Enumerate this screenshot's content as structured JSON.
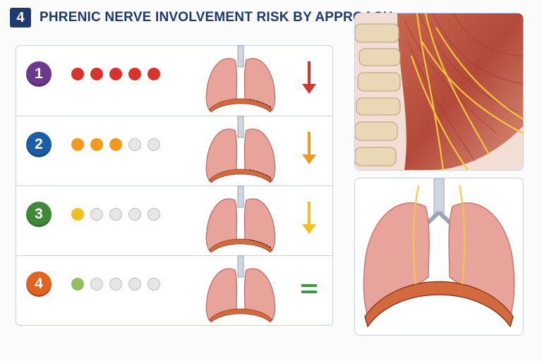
{
  "header": {
    "step_number": "4",
    "title": "PHRENIC NERVE INVOLVEMENT RISK BY APPROACH"
  },
  "rows": [
    {
      "number": "1",
      "color": "#6b3a8c",
      "risk_level": 5,
      "risk_color": "#d9342b",
      "trend": "down",
      "trend_color": "#d9342b",
      "trend_symbol": "↓"
    },
    {
      "number": "2",
      "color": "#1c5da8",
      "risk_level": 3,
      "risk_color": "#f39a1e",
      "trend": "down",
      "trend_color": "#f39a1e",
      "trend_symbol": "↓"
    },
    {
      "number": "3",
      "color": "#3f8a3a",
      "risk_level": 1,
      "risk_color": "#f0c020",
      "trend": "down",
      "trend_color": "#f0c020",
      "trend_symbol": "↓"
    },
    {
      "number": "4",
      "color": "#e2621f",
      "risk_level": 1,
      "risk_color": "#8fbf60",
      "trend": "equal",
      "trend_color": "#3f9a45",
      "trend_symbol": "="
    }
  ],
  "risk_scale_max": 5,
  "images": {
    "top": "neck-anatomy-illustration",
    "bottom": "lungs-diaphragm-illustration"
  }
}
